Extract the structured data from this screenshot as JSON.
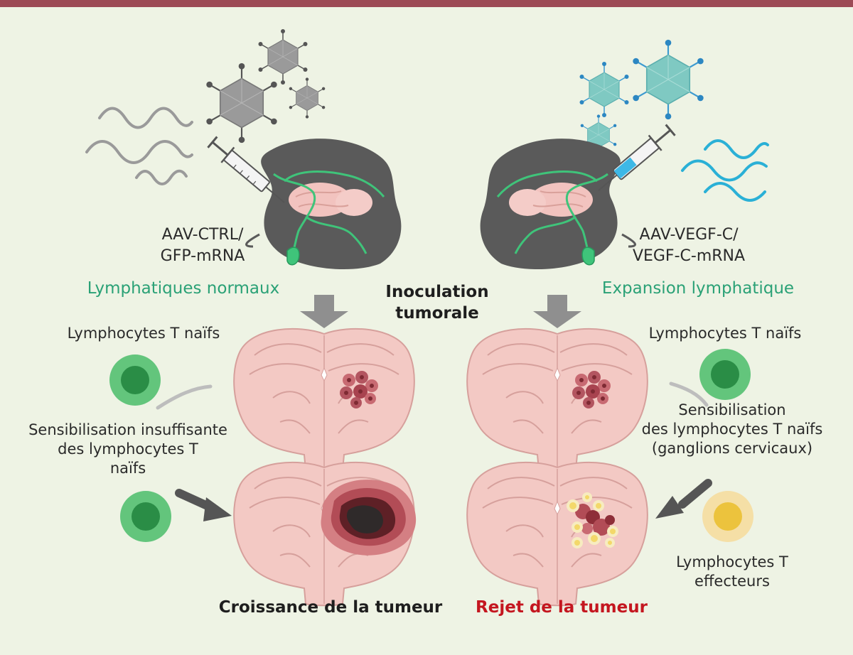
{
  "left": {
    "vector_label_line1": "AAV-CTRL/",
    "vector_label_line2": "GFP-mRNA",
    "lymph_label": "Lymphatiques normaux",
    "naive_label": "Lymphocytes T naïfs",
    "priming_line1": "Sensibilisation insuffisante",
    "priming_line2": "des lymphocytes T",
    "priming_line3": "naïfs",
    "outcome": "Croissance de la tumeur"
  },
  "center": {
    "inoculation_line1": "Inoculation",
    "inoculation_line2": "tumorale"
  },
  "right": {
    "vector_label_line1": "AAV-VEGF-C/",
    "vector_label_line2": "VEGF-C-mRNA",
    "lymph_label": "Expansion lymphatique",
    "naive_label": "Lymphocytes T naïfs",
    "priming_line1": "Sensibilisation",
    "priming_line2": "des lymphocytes T naïfs",
    "priming_line3": "(ganglions cervicaux)",
    "effector_line1": "Lymphocytes T",
    "effector_line2": "effecteurs",
    "outcome": "Rejet de la tumeur"
  },
  "colors": {
    "frame": "#9c4a55",
    "background": "#eef3e4",
    "lymph_green": "#2aa176",
    "reject_red": "#c4161f",
    "virus_grey": "#9a9a9a",
    "virus_teal": "#7fc9c2",
    "brain_pink": "#f3c9c4",
    "naive_cell_green": "#55bd73",
    "effector_cell_yellow": "#efd27a"
  },
  "icons": [
    "virus-icon",
    "mrna-wave-icon",
    "syringe-icon",
    "mouse-head-icon",
    "brain-slice-icon",
    "tumor-icon",
    "t-cell-icon",
    "arrow-icon"
  ]
}
